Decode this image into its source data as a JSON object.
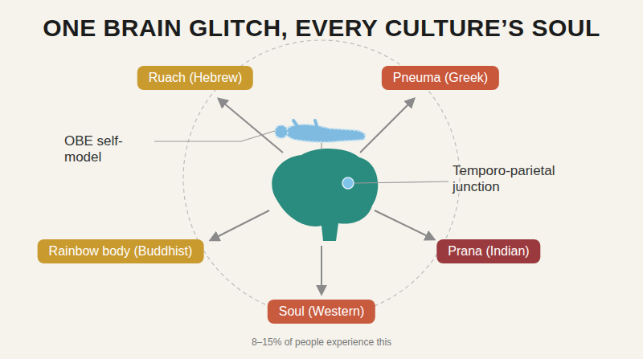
{
  "diagram": {
    "title": "ONE BRAIN GLITCH, EVERY CULTURE’S SOUL",
    "caption": "8–15% of people experience this",
    "nodes": [
      {
        "text": [
          "Ruach (Hebrew)"
        ]
      },
      {
        "text": [
          "Pneuma (Greek)"
        ]
      },
      {
        "text": [
          "Rainbow body (Buddhist)"
        ]
      },
      {
        "text": [
          "Prana (Indian)"
        ]
      },
      {
        "text": [
          "Soul (Western)"
        ]
      }
    ],
    "labels": [
      "OBE self-model",
      "Temporo-parietal junction"
    ]
  }
}
